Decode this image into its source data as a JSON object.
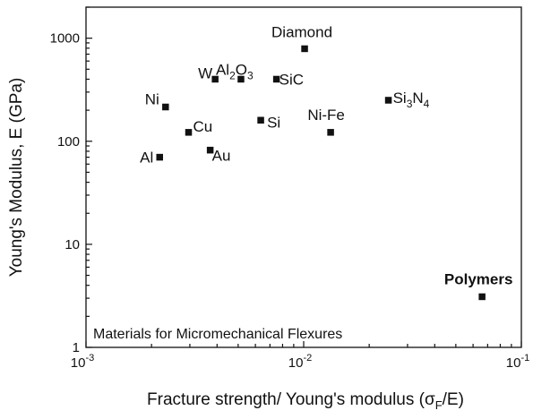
{
  "chart_data": {
    "type": "scatter",
    "title": "",
    "annotation": "Materials for Micromechanical Flexures",
    "xlabel": {
      "main": "Fracture strength/ Young's modulus (",
      "sym": "σ",
      "sub": "F",
      "tail": "/E)"
    },
    "ylabel": "Young's Modulus, E (GPa)",
    "xscale": "log",
    "yscale": "log",
    "xlim": [
      0.001,
      0.1
    ],
    "ylim": [
      1,
      2000
    ],
    "grid": false,
    "x_ticks": [
      {
        "value": 0.001,
        "base": "10",
        "exp": "-3"
      },
      {
        "value": 0.01,
        "base": "10",
        "exp": "-2"
      },
      {
        "value": 0.1,
        "base": "10",
        "exp": "-1"
      }
    ],
    "y_ticks": [
      {
        "value": 1,
        "label": "1"
      },
      {
        "value": 10,
        "label": "10"
      },
      {
        "value": 100,
        "label": "100"
      },
      {
        "value": 1000,
        "label": "1000"
      }
    ],
    "points": [
      {
        "name": "Al",
        "parts": [
          [
            "Al",
            ""
          ]
        ],
        "x": 0.00218,
        "y": 70
      },
      {
        "name": "Ni",
        "parts": [
          [
            "Ni",
            ""
          ]
        ],
        "x": 0.00232,
        "y": 215
      },
      {
        "name": "Cu",
        "parts": [
          [
            "Cu",
            ""
          ]
        ],
        "x": 0.00296,
        "y": 122
      },
      {
        "name": "Au",
        "parts": [
          [
            "Au",
            ""
          ]
        ],
        "x": 0.00372,
        "y": 82
      },
      {
        "name": "W",
        "parts": [
          [
            "W",
            ""
          ]
        ],
        "x": 0.00392,
        "y": 400
      },
      {
        "name": "Al2O3",
        "parts": [
          [
            "Al",
            ""
          ],
          [
            "2",
            "sub"
          ],
          [
            "O",
            ""
          ],
          [
            "3",
            "sub"
          ]
        ],
        "x": 0.00515,
        "y": 400
      },
      {
        "name": "Si",
        "parts": [
          [
            "Si",
            ""
          ]
        ],
        "x": 0.00635,
        "y": 160
      },
      {
        "name": "SiC",
        "parts": [
          [
            "SiC",
            ""
          ]
        ],
        "x": 0.0075,
        "y": 400
      },
      {
        "name": "Diamond",
        "parts": [
          [
            "Diamond",
            ""
          ]
        ],
        "x": 0.0101,
        "y": 790
      },
      {
        "name": "Ni-Fe",
        "parts": [
          [
            "Ni-Fe",
            ""
          ]
        ],
        "x": 0.0133,
        "y": 122
      },
      {
        "name": "Si3N4",
        "parts": [
          [
            "Si",
            ""
          ],
          [
            "3",
            "sub"
          ],
          [
            "N",
            ""
          ],
          [
            "4",
            "sub"
          ]
        ],
        "x": 0.0245,
        "y": 250
      },
      {
        "name": "Polymers",
        "parts": [
          [
            "Polymers",
            ""
          ]
        ],
        "x": 0.066,
        "y": 3.1,
        "bold": true
      }
    ]
  }
}
